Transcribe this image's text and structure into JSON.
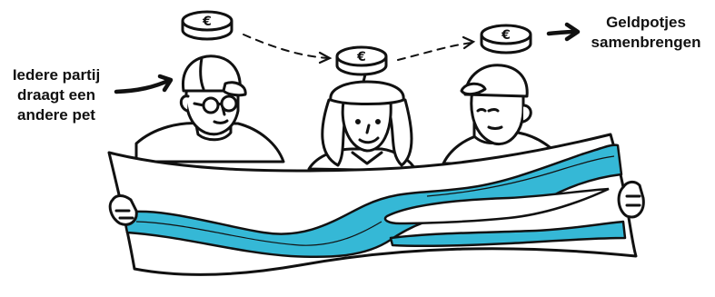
{
  "captions": {
    "left": [
      "Iedere partij",
      "draagt een",
      "andere pet"
    ],
    "right": [
      "Geldpotjes",
      "samenbrengen"
    ]
  },
  "coins": {
    "symbol": "€"
  },
  "colors": {
    "river": "#35b8d6",
    "ink": "#111111",
    "paper": "#ffffff"
  },
  "icons": [
    "euro-coin-icon",
    "arrow-icon",
    "cap-icon",
    "beret-icon",
    "glasses-icon",
    "map-banner-icon"
  ]
}
